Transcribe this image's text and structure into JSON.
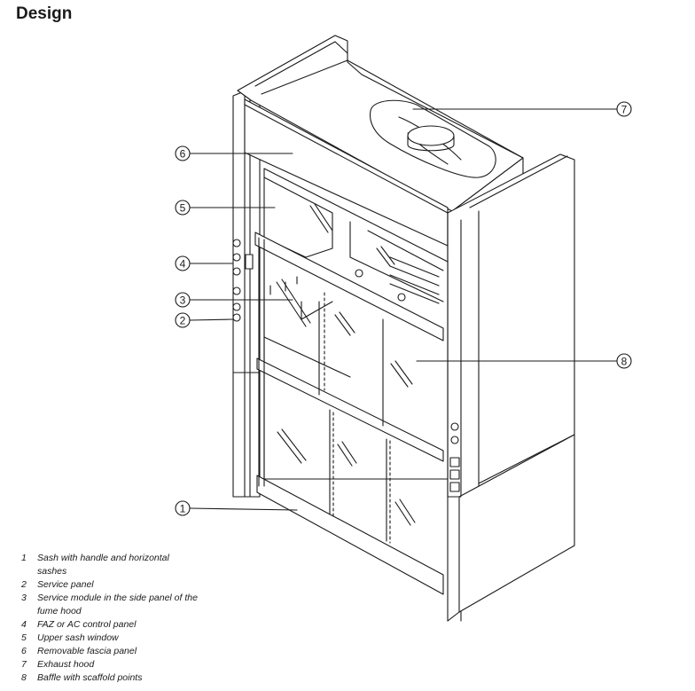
{
  "title": "Design",
  "callouts": [
    "1",
    "2",
    "3",
    "4",
    "5",
    "6",
    "7",
    "8"
  ],
  "legend": [
    {
      "num": "1",
      "text": "Sash with handle and horizontal sashes"
    },
    {
      "num": "2",
      "text": "Service panel"
    },
    {
      "num": "3",
      "text": "Service module in the side panel of the fume hood"
    },
    {
      "num": "4",
      "text": "FAZ or AC control panel"
    },
    {
      "num": "5",
      "text": "Upper sash window"
    },
    {
      "num": "6",
      "text": "Removable fascia panel"
    },
    {
      "num": "7",
      "text": "Exhaust hood"
    },
    {
      "num": "8",
      "text": "Baffle with scaffold points"
    }
  ],
  "colors": {
    "line": "#1a1a1a",
    "background": "#ffffff"
  }
}
